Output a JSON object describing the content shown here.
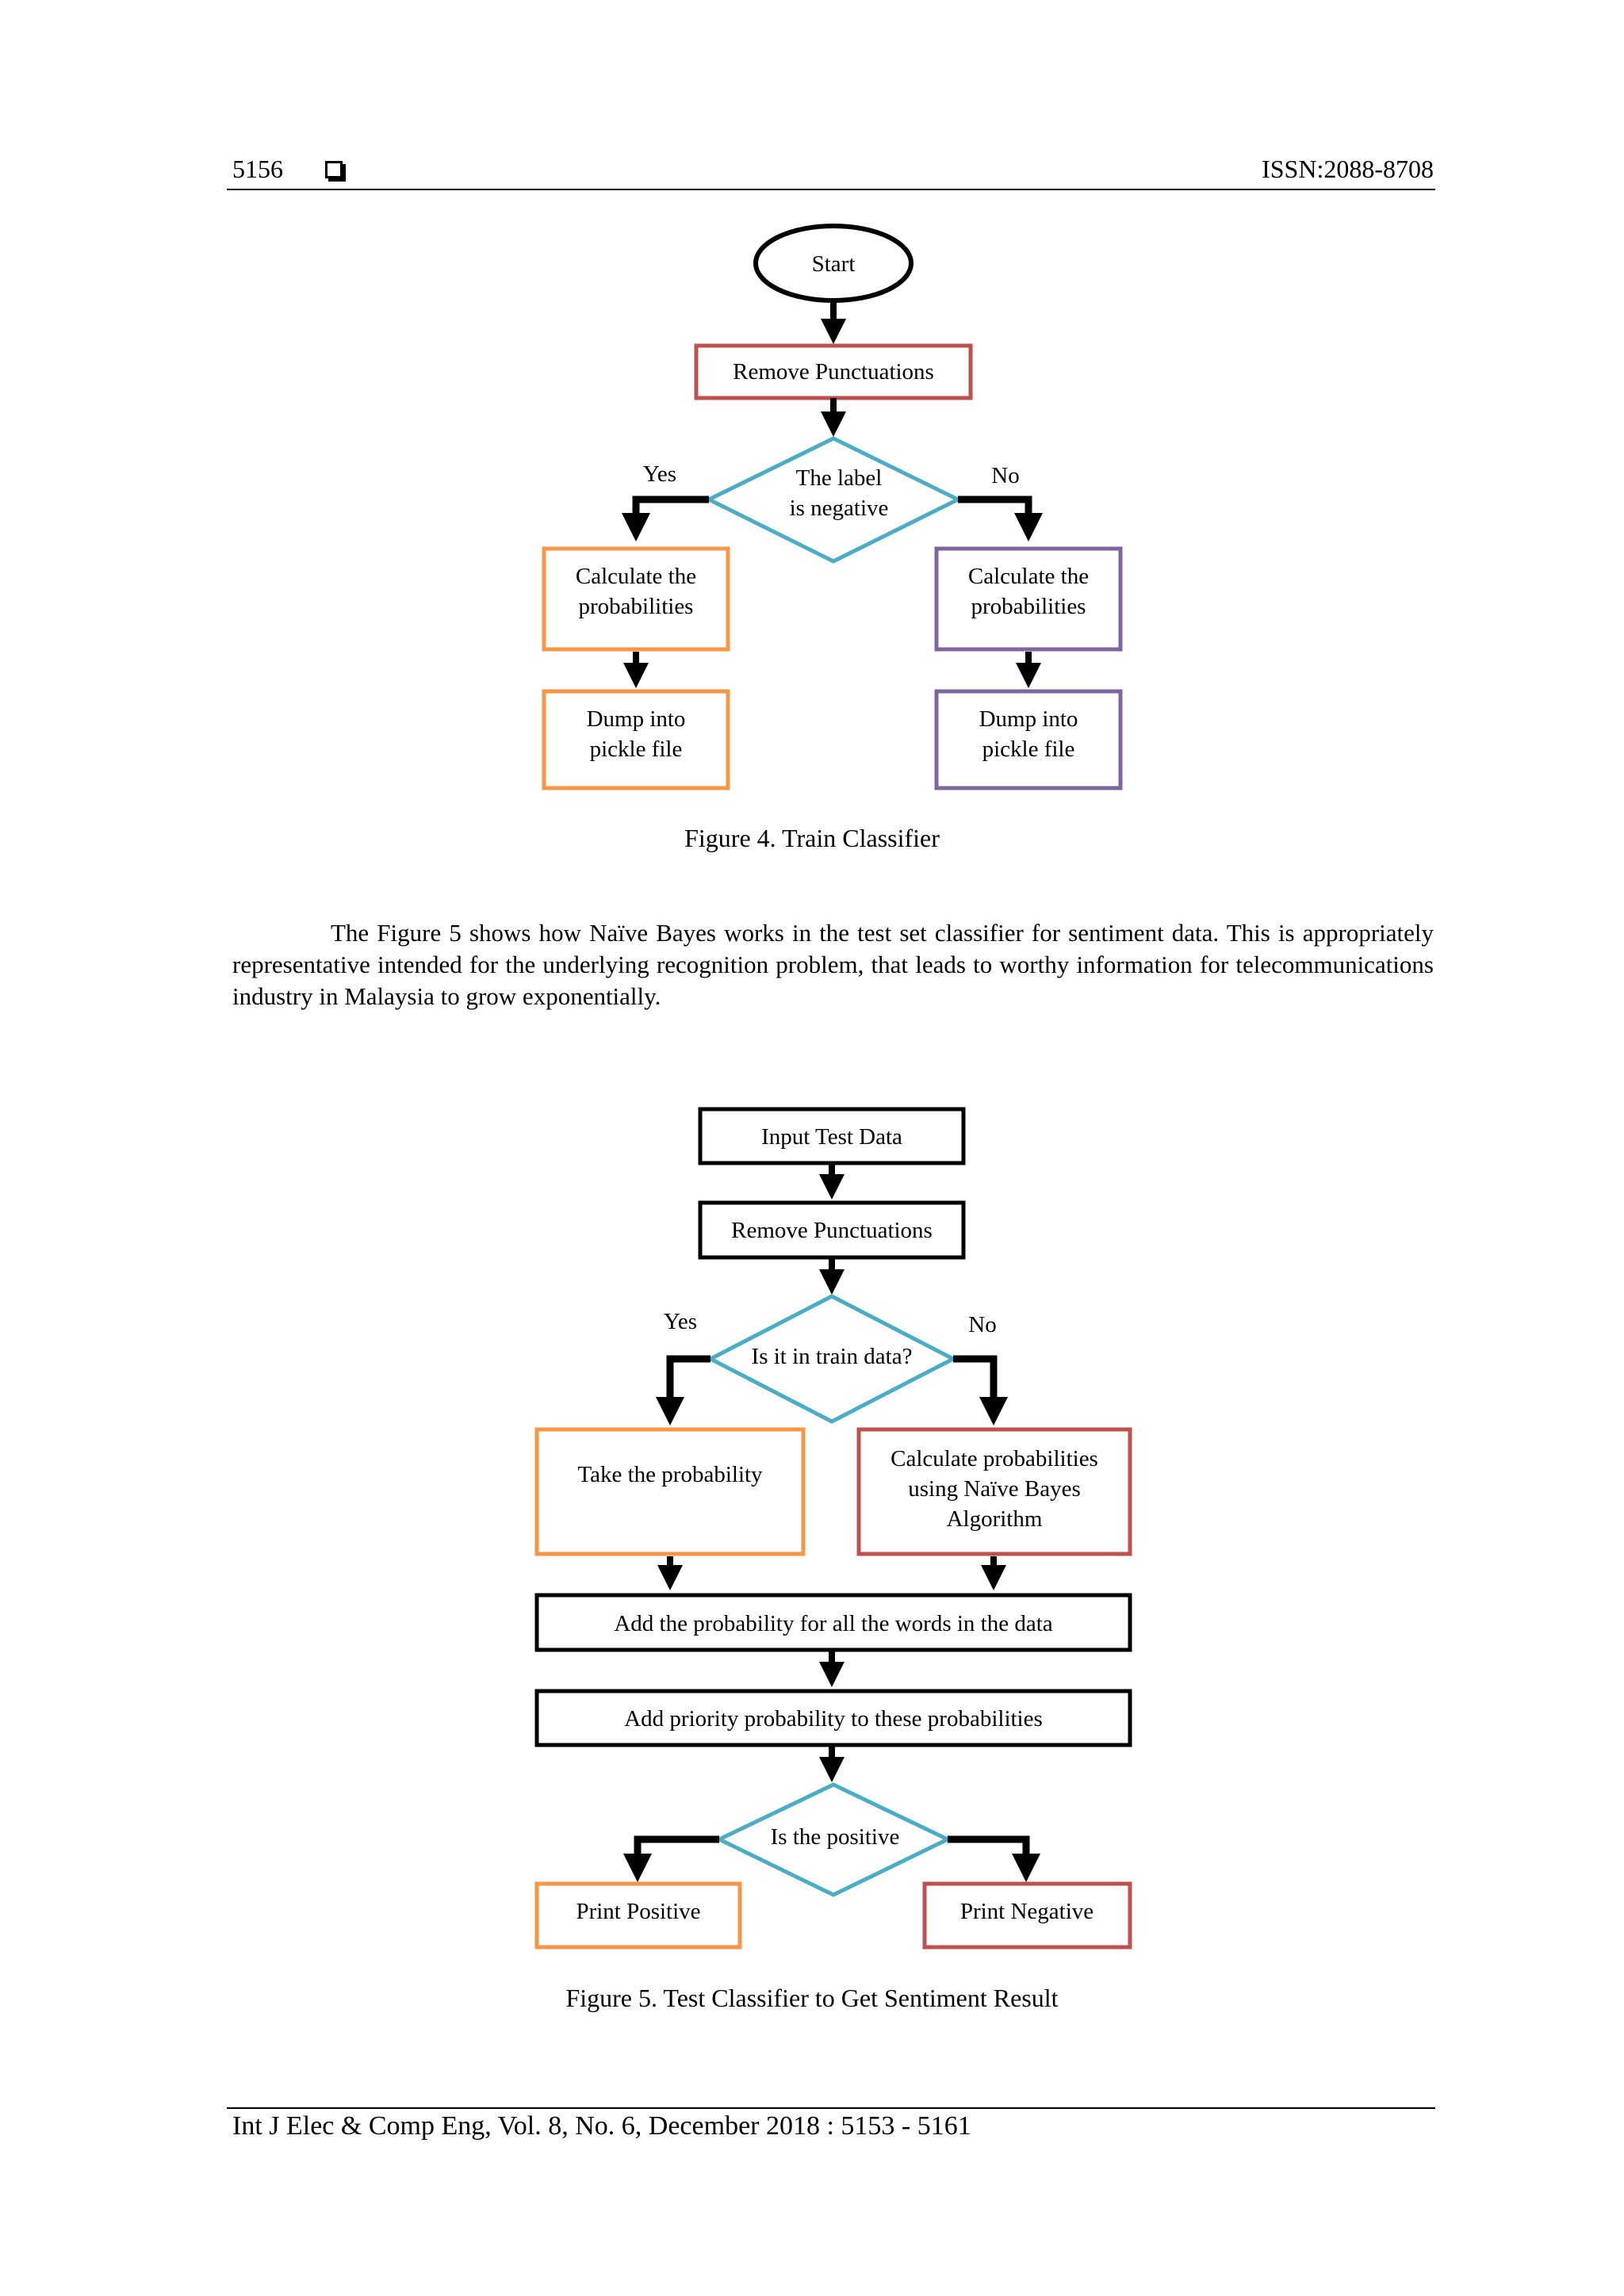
{
  "header": {
    "page_number": "5156",
    "issn": "ISSN:2088-8708"
  },
  "figure4": {
    "start": "Start",
    "remove": "Remove Punctuations",
    "decision": [
      "The label",
      "is negative"
    ],
    "yes": "Yes",
    "no": "No",
    "calc_left": [
      "Calculate the",
      "probabilities"
    ],
    "calc_right": [
      "Calculate the",
      "probabilities"
    ],
    "dump_left": [
      "Dump into",
      "pickle file"
    ],
    "dump_right": [
      "Dump into",
      "pickle file"
    ],
    "caption": "Figure 4. Train Classifier"
  },
  "paragraph": "The Figure 5 shows how Naïve Bayes works in the test set classifier for sentiment data. This is appropriately representative intended for the underlying recognition problem, that leads to worthy information for telecommunications industry in Malaysia to grow exponentially.",
  "figure5": {
    "input": "Input Test Data",
    "remove": "Remove Punctuations",
    "decision1": "Is it in train data?",
    "yes": "Yes",
    "no": "No",
    "take": "Take the probability",
    "calc": [
      "Calculate probabilities",
      "using Naïve Bayes",
      "Algorithm"
    ],
    "add_all": "Add the probability for all the words in the data",
    "add_priority": "Add priority probability to these probabilities",
    "decision2": "Is the positive",
    "print_pos": "Print Positive",
    "print_neg": "Print Negative",
    "caption": "Figure 5. Test Classifier to Get Sentiment Result"
  },
  "footer": "Int J Elec & Comp Eng, Vol. 8, No. 6, December 2018 :  5153 - 5161",
  "colors": {
    "red": "#c0504d",
    "orange": "#f79646",
    "purple": "#8064a2",
    "teal": "#4bacc6",
    "black": "#000000"
  }
}
